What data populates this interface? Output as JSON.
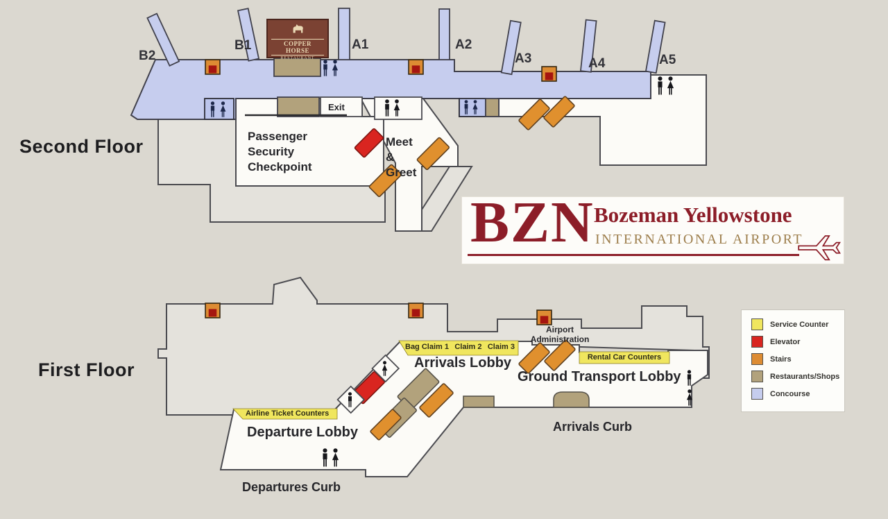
{
  "floors": {
    "second": "Second Floor",
    "first": "First Floor"
  },
  "gates": [
    {
      "label": "B2"
    },
    {
      "label": "B1"
    },
    {
      "label": "A1"
    },
    {
      "label": "A2"
    },
    {
      "label": "A3"
    },
    {
      "label": "A4"
    },
    {
      "label": "A5"
    }
  ],
  "second_floor": {
    "restaurant_sign": {
      "name": "COPPER HORSE",
      "subtitle": "RESTAURANT"
    },
    "exit_label": "Exit",
    "security_checkpoint": {
      "line1": "Passenger",
      "line2": "Security",
      "line3": "Checkpoint"
    },
    "meet_greet": {
      "line1": "Meet",
      "line2": "&",
      "line3": "Greet"
    }
  },
  "logo": {
    "code": "BZN",
    "name": "Bozeman Yellowstone",
    "subtitle": "INTERNATIONAL AIRPORT"
  },
  "first_floor": {
    "bag_claims": [
      "Bag Claim 1",
      "Claim 2",
      "Claim 3"
    ],
    "arrivals_lobby": "Arrivals Lobby",
    "airport_administration": {
      "line1": "Airport",
      "line2": "Administration"
    },
    "rental_car": "Rental Car Counters",
    "ground_transport": "Ground Transport Lobby",
    "airline_ticket": "Airline Ticket Counters",
    "departure_lobby": "Departure Lobby",
    "arrivals_curb": "Arrivals Curb",
    "departures_curb": "Departures Curb"
  },
  "legend": {
    "items": [
      {
        "label": "Service Counter",
        "color": "#f0e65e"
      },
      {
        "label": "Elevator",
        "color": "#d92520"
      },
      {
        "label": "Stairs",
        "color": "#dd8c33"
      },
      {
        "label": "Restaurants/Shops",
        "color": "#b2a27c"
      },
      {
        "label": "Concourse",
        "color": "#c6cdee"
      }
    ]
  },
  "colors": {
    "background": "#dbd8d0",
    "floor_gray": "#e4e2dc",
    "room_white": "#fcfbf7",
    "concourse": "#c6cdee",
    "outline": "#4b4b50",
    "service_counter_yellow": "#f0e65e",
    "elevator_red": "#d92520",
    "stairs_orange": "#dd8c33",
    "restaurant_tan": "#b2a27c",
    "logo_red": "#8c1d28",
    "logo_gold": "#9d7e4c"
  }
}
